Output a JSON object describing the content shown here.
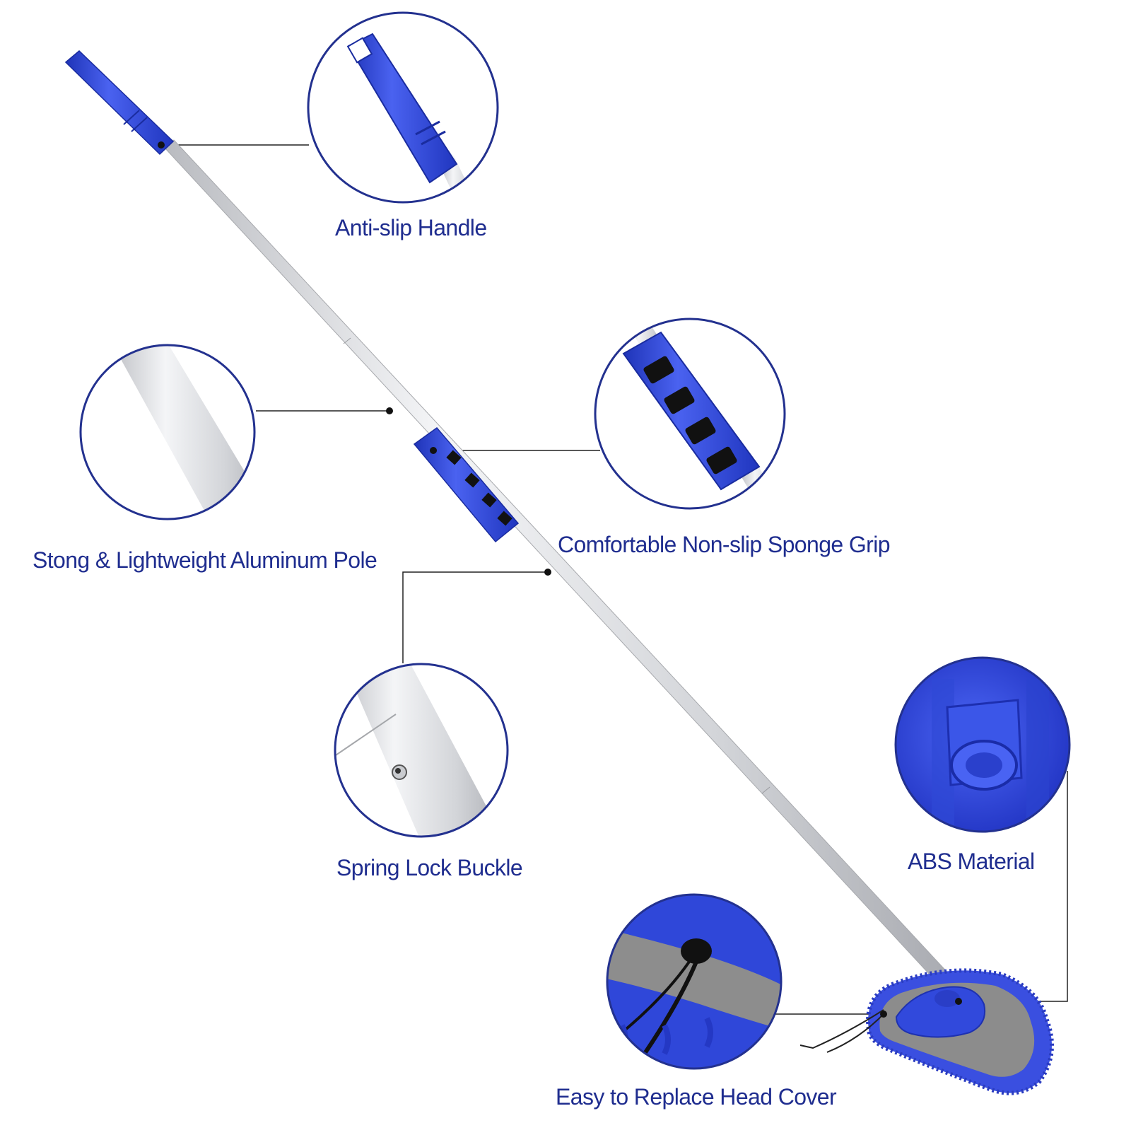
{
  "colors": {
    "accent_blue": "#2f46d8",
    "label_navy": "#1f2d8f",
    "pole_silver": "#dcdde0",
    "head_grey": "#8c8c8c",
    "chenille_blue": "#3a4fe0"
  },
  "features": [
    {
      "id": "handle",
      "label": "Anti-slip Handle",
      "detail": "blue-plastic-handle-closeup"
    },
    {
      "id": "pole",
      "label": "Stong & Lightweight Aluminum Pole",
      "detail": "aluminum-pole-closeup"
    },
    {
      "id": "grip",
      "label": "Comfortable Non-slip Sponge Grip",
      "detail": "sponge-grip-closeup"
    },
    {
      "id": "buckle",
      "label": "Spring Lock Buckle",
      "detail": "spring-lock-button-closeup"
    },
    {
      "id": "abs",
      "label": "ABS Material",
      "detail": "abs-head-socket-closeup"
    },
    {
      "id": "cover",
      "label": "Easy to Replace Head Cover",
      "detail": "drawstring-cover-closeup"
    }
  ],
  "product": {
    "icon": "telescopic-wash-mop-icon"
  }
}
